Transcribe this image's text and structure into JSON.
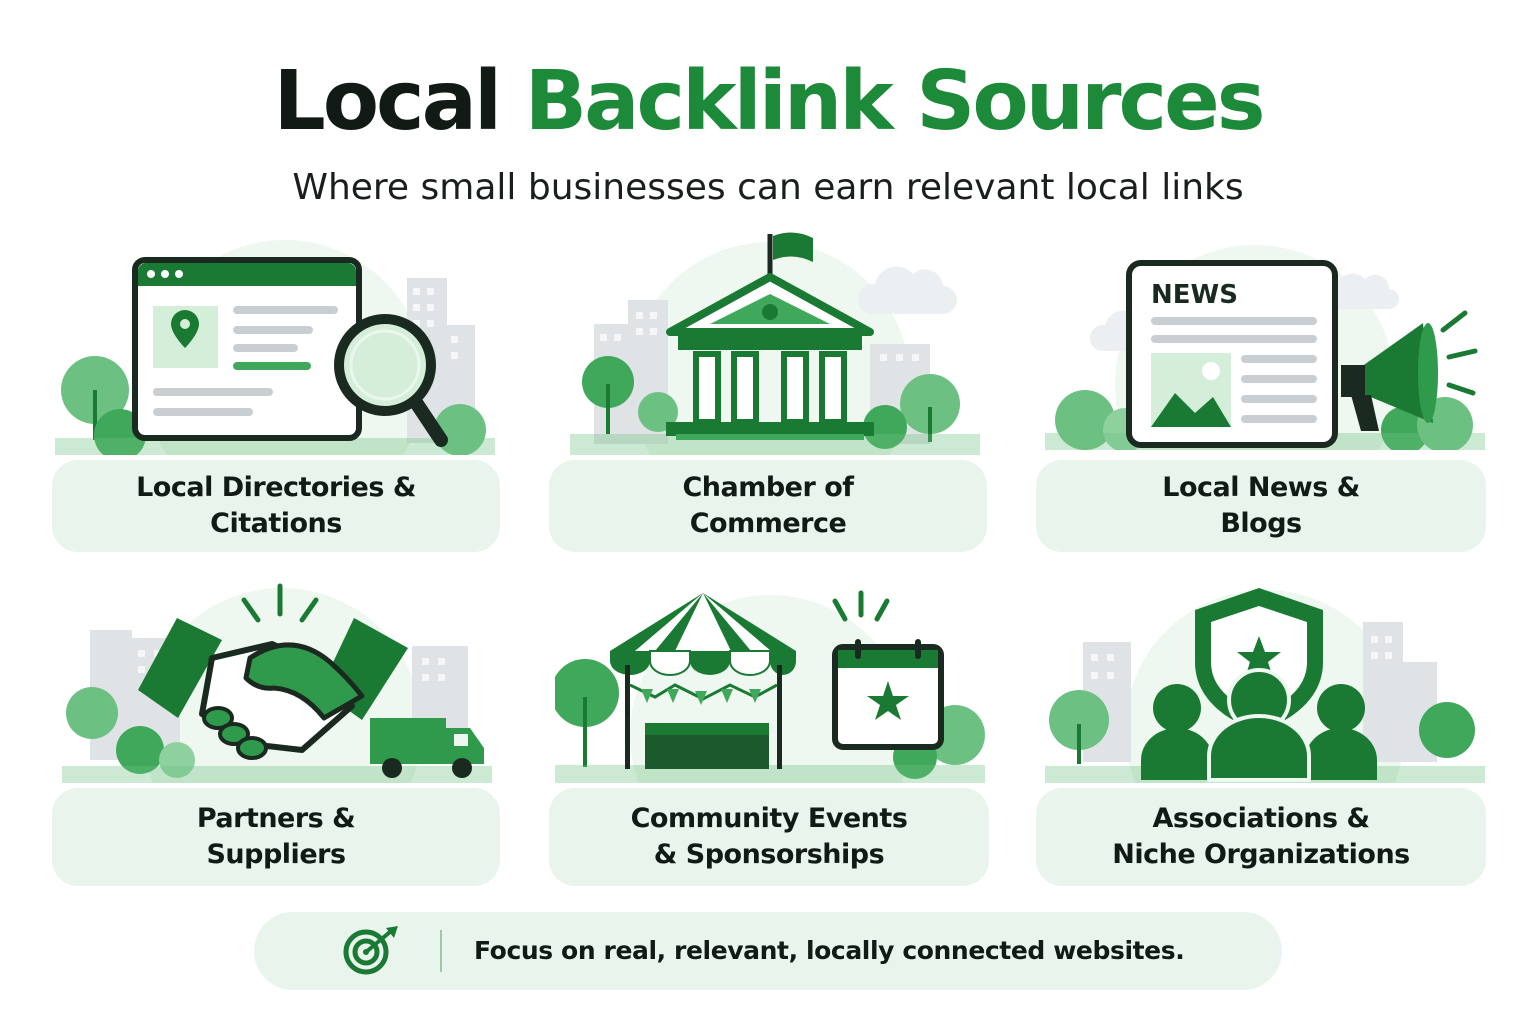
{
  "header": {
    "title_part1": "Local",
    "title_part2": "Backlink Sources",
    "subtitle": "Where small businesses can earn relevant local links"
  },
  "cards": [
    {
      "line1": "Local Directories &",
      "line2": "Citations",
      "icon": "directory-browser-magnifier-icon"
    },
    {
      "line1": "Chamber of",
      "line2": "Commerce",
      "icon": "civic-building-flag-icon"
    },
    {
      "line1": "Local News &",
      "line2": "Blogs",
      "icon": "newspaper-megaphone-icon"
    },
    {
      "line1": "Partners &",
      "line2": "Suppliers",
      "icon": "handshake-truck-icon"
    },
    {
      "line1": "Community Events",
      "line2": "& Sponsorships",
      "icon": "tent-calendar-star-icon"
    },
    {
      "line1": "Associations &",
      "line2": "Niche Organizations",
      "icon": "shield-star-group-icon"
    }
  ],
  "illustration_text": {
    "news_label": "NEWS"
  },
  "footer": {
    "text": "Focus on real, relevant, locally connected websites.",
    "icon": "target-arrow-icon"
  },
  "colors": {
    "dark_green": "#1a7a33",
    "brand_green": "#1d8a3a",
    "mid_green": "#3fa85a",
    "light_green": "#8fd19e",
    "pale_green": "#e9f5ec",
    "gray_building": "#dfe3e6",
    "dark_text": "#111a14"
  }
}
